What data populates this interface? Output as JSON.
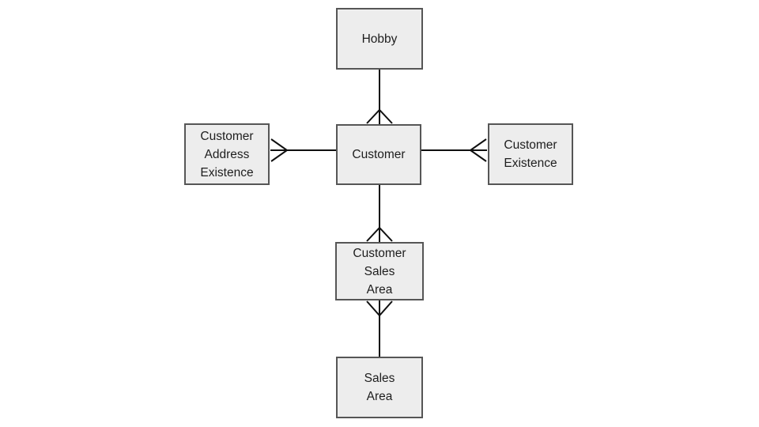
{
  "diagram": {
    "kind": "entity-relationship-diagram",
    "notation": "crows-foot",
    "colors": {
      "background": "#ffffff",
      "box_fill": "#ededed",
      "box_border": "#565656",
      "line": "#0f0f0f",
      "text": "#1e1e1e"
    },
    "entities": {
      "hobby": {
        "label": "Hobby"
      },
      "customer": {
        "label": "Customer"
      },
      "customer_address_existence": {
        "label": "Customer\nAddress\nExistence"
      },
      "customer_existence": {
        "label": "Customer\nExistence"
      },
      "customer_sales_area": {
        "label": "Customer\nSales\nArea"
      },
      "sales_area": {
        "label": "Sales\nArea"
      }
    },
    "relationships": [
      {
        "from": "Hobby",
        "to": "Customer",
        "many_marker_at": "Customer"
      },
      {
        "from": "Customer",
        "to": "Customer Address Existence",
        "many_marker_at": "Customer Address Existence"
      },
      {
        "from": "Customer",
        "to": "Customer Existence",
        "many_marker_at": "Customer Existence"
      },
      {
        "from": "Customer",
        "to": "Customer Sales Area",
        "many_marker_at": "Customer Sales Area"
      },
      {
        "from": "Customer Sales Area",
        "to": "Sales Area",
        "many_marker_at": "Customer Sales Area"
      }
    ]
  }
}
